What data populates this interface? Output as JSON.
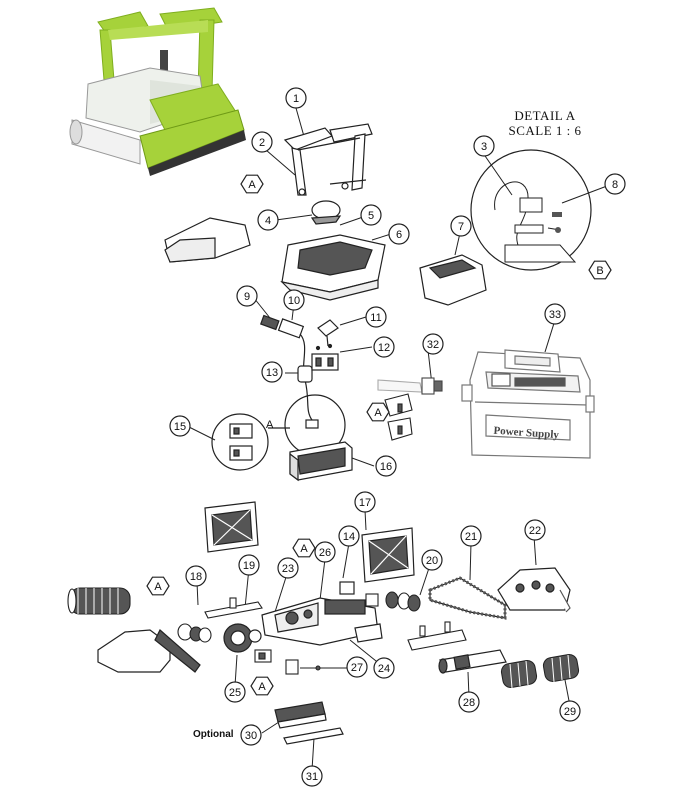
{
  "detail": {
    "line1": "DETAIL A",
    "line2": "SCALE 1 : 6"
  },
  "optional_label": "Optional",
  "power_supply_label": "Power Supply",
  "colors": {
    "robot_green": "#a6d23a",
    "robot_green_dark": "#7fae1e",
    "robot_body": "#eef1ec",
    "line": "#222222",
    "part_gray": "#555555"
  },
  "callouts": [
    {
      "id": "c1",
      "text": "1"
    },
    {
      "id": "c2",
      "text": "2"
    },
    {
      "id": "c3",
      "text": "3"
    },
    {
      "id": "c4",
      "text": "4"
    },
    {
      "id": "c5",
      "text": "5"
    },
    {
      "id": "c6",
      "text": "6"
    },
    {
      "id": "c7",
      "text": "7"
    },
    {
      "id": "c8",
      "text": "8"
    },
    {
      "id": "c9",
      "text": "9"
    },
    {
      "id": "c10",
      "text": "10"
    },
    {
      "id": "c11",
      "text": "11"
    },
    {
      "id": "c12",
      "text": "12"
    },
    {
      "id": "c13",
      "text": "13"
    },
    {
      "id": "c14",
      "text": "14"
    },
    {
      "id": "c15",
      "text": "15"
    },
    {
      "id": "c16",
      "text": "16"
    },
    {
      "id": "c17",
      "text": "17"
    },
    {
      "id": "c18",
      "text": "18"
    },
    {
      "id": "c19",
      "text": "19"
    },
    {
      "id": "c20",
      "text": "20"
    },
    {
      "id": "c21",
      "text": "21"
    },
    {
      "id": "c22",
      "text": "22"
    },
    {
      "id": "c23",
      "text": "23"
    },
    {
      "id": "c24",
      "text": "24"
    },
    {
      "id": "c25",
      "text": "25"
    },
    {
      "id": "c26",
      "text": "26"
    },
    {
      "id": "c27",
      "text": "27"
    },
    {
      "id": "c28",
      "text": "28"
    },
    {
      "id": "c29",
      "text": "29"
    },
    {
      "id": "c30",
      "text": "30"
    },
    {
      "id": "c31",
      "text": "31"
    },
    {
      "id": "c32",
      "text": "32"
    },
    {
      "id": "c33",
      "text": "33"
    }
  ],
  "hex_labels": [
    {
      "id": "hA1",
      "text": "A"
    },
    {
      "id": "hB",
      "text": "B"
    },
    {
      "id": "hA2",
      "text": "A"
    },
    {
      "id": "hA3",
      "text": "A"
    },
    {
      "id": "hA4",
      "text": "A"
    },
    {
      "id": "hA5",
      "text": "A"
    }
  ],
  "plain_labels": [
    {
      "id": "pA",
      "text": "A"
    }
  ]
}
